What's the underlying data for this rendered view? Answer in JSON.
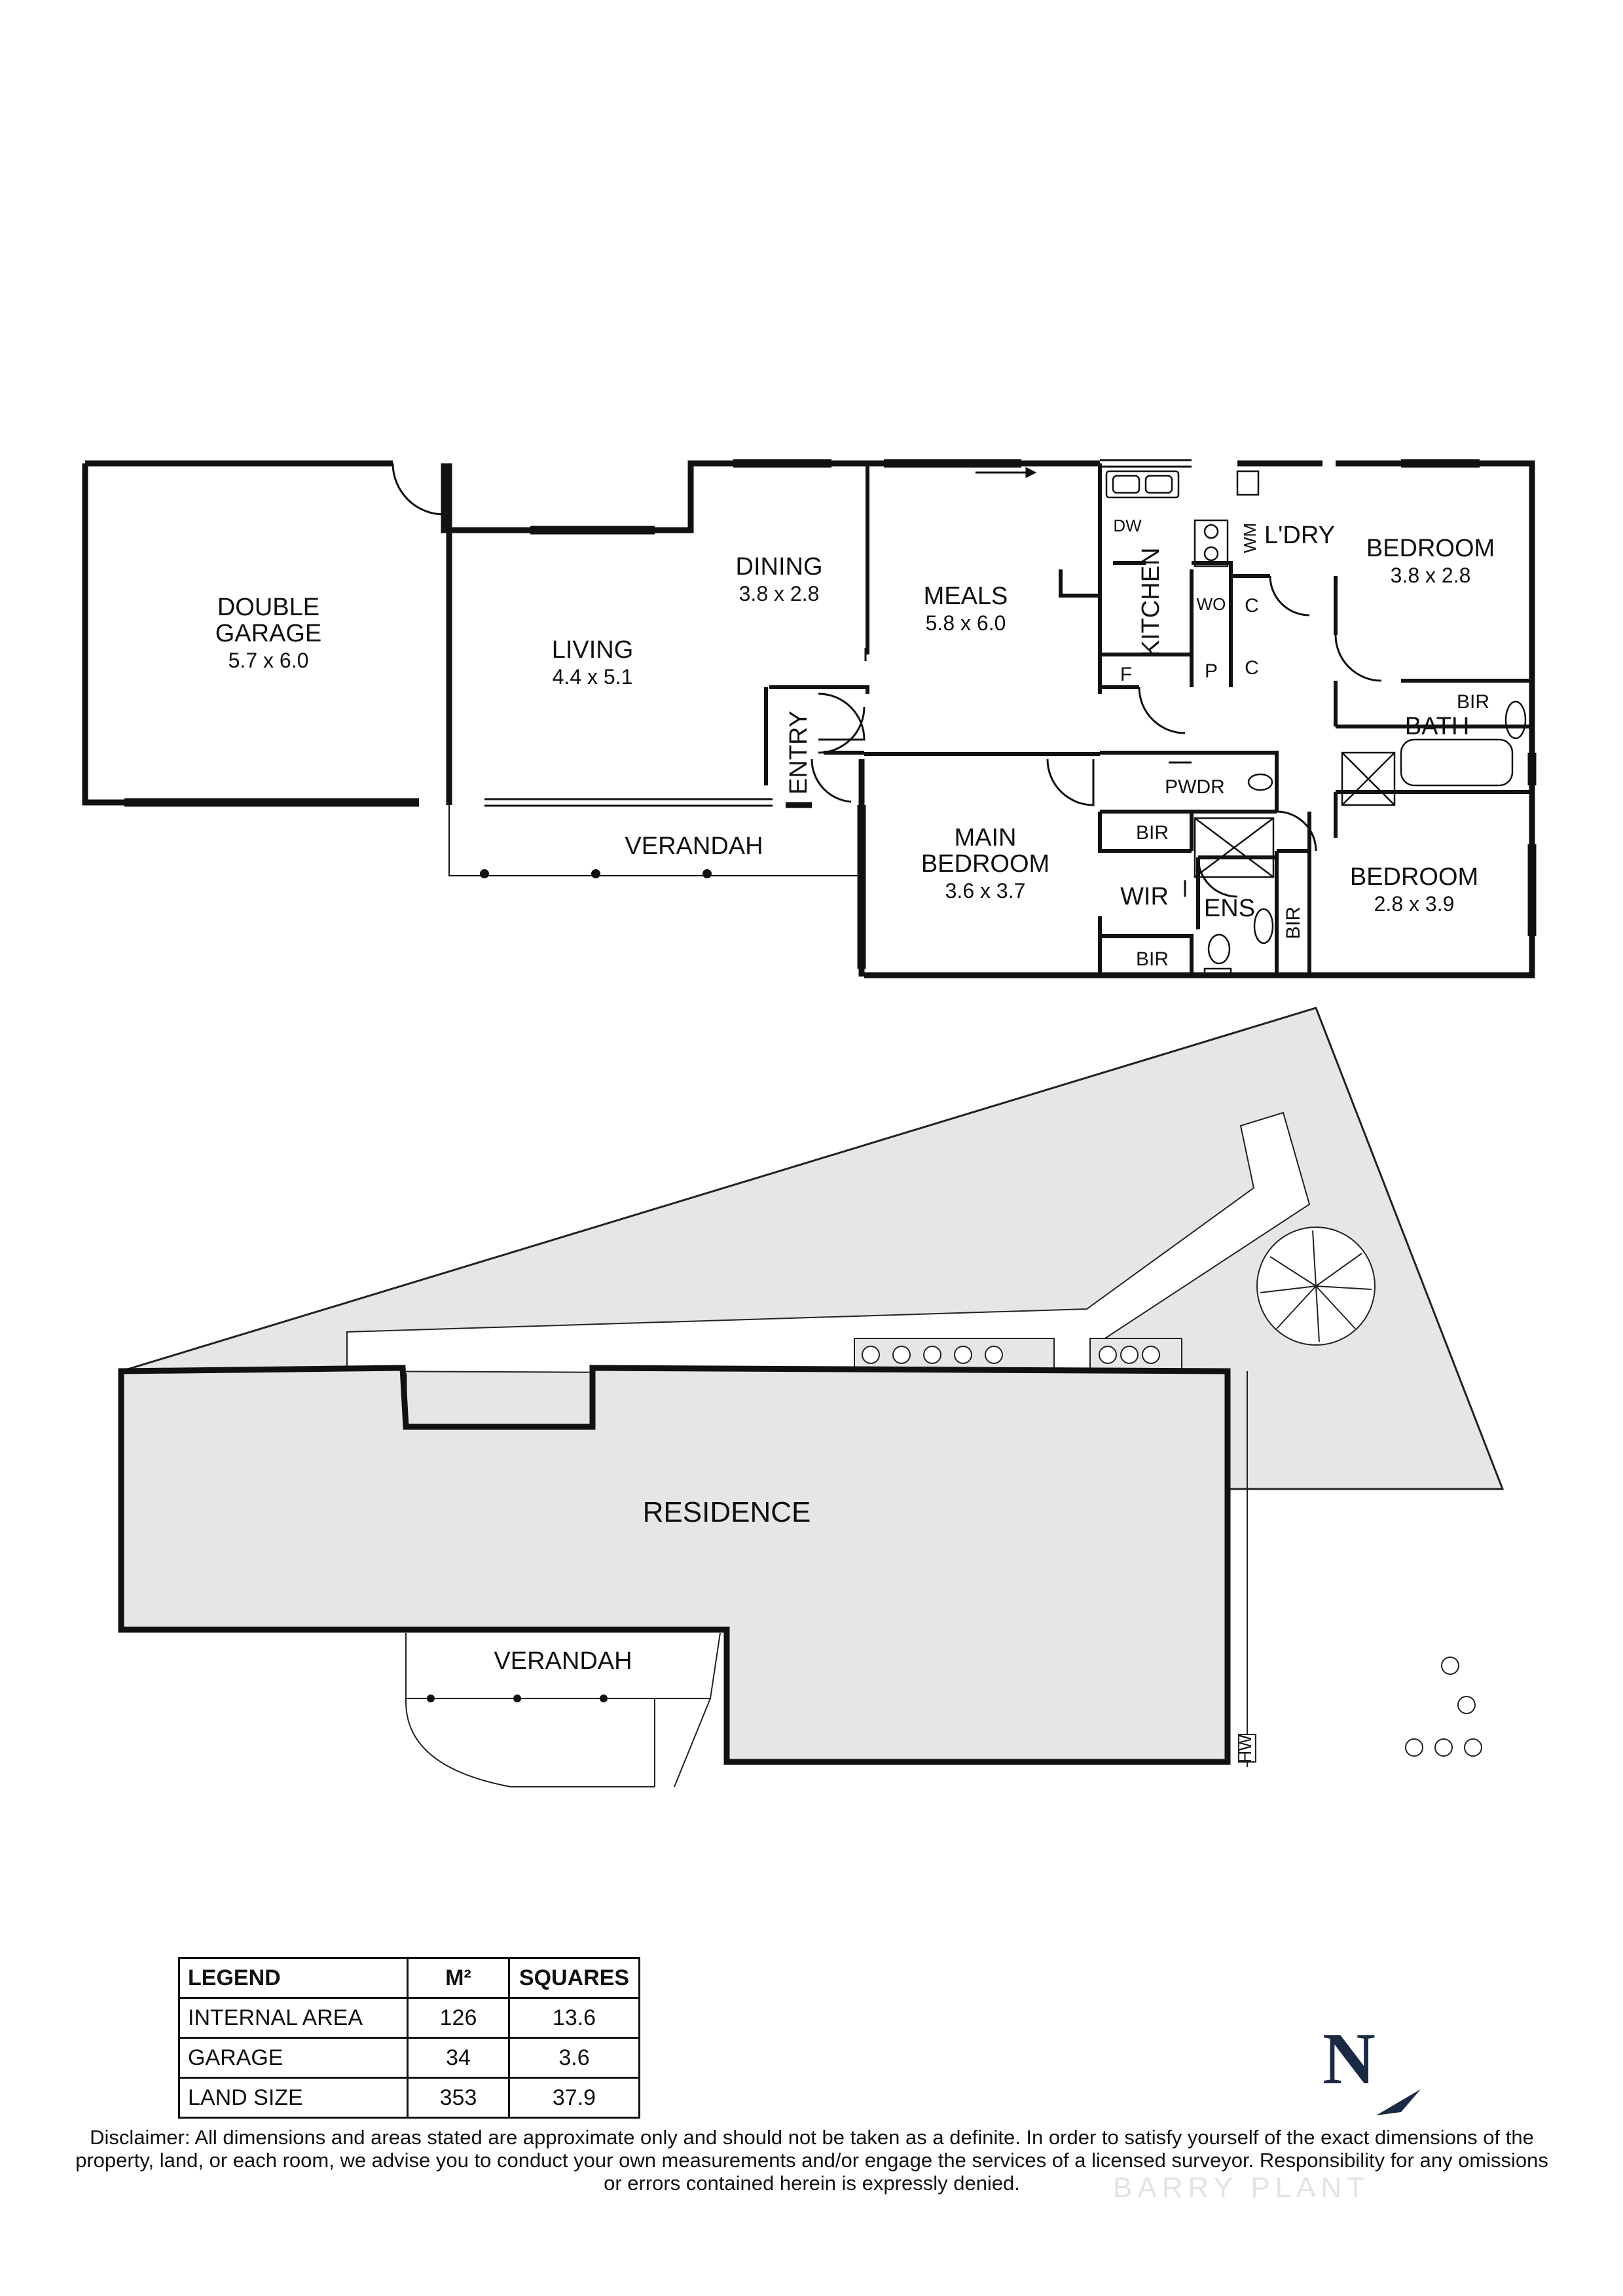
{
  "floor_plan": {
    "rooms": [
      {
        "id": "garage",
        "name_lines": [
          "DOUBLE",
          "GARAGE"
        ],
        "dims": "5.7 x 6.0"
      },
      {
        "id": "living",
        "name_lines": [
          "LIVING"
        ],
        "dims": "4.4 x 5.1"
      },
      {
        "id": "dining",
        "name_lines": [
          "DINING"
        ],
        "dims": "3.8 x 2.8"
      },
      {
        "id": "meals",
        "name_lines": [
          "MEALS"
        ],
        "dims": "5.8 x 6.0"
      },
      {
        "id": "bedroom-ne",
        "name_lines": [
          "BEDROOM"
        ],
        "dims": "3.8 x 2.8"
      },
      {
        "id": "main-bedroom",
        "name_lines": [
          "MAIN",
          "BEDROOM"
        ],
        "dims": "3.6 x 3.7"
      },
      {
        "id": "bedroom-se",
        "name_lines": [
          "BEDROOM"
        ],
        "dims": "2.8 x 3.9"
      }
    ],
    "labels": {
      "kitchen": "KITCHEN",
      "laundry": "L'DRY",
      "bath": "BATH",
      "powder": "PWDR",
      "ensuite": "ENS",
      "wir": "WIR",
      "entry": "ENTRY",
      "verandah": "VERANDAH",
      "bir": "BIR",
      "dw": "DW",
      "wm": "WM",
      "wo": "WO",
      "c": "C",
      "p": "P",
      "f": "F"
    }
  },
  "site_plan": {
    "residence": "RESIDENCE",
    "verandah": "VERANDAH",
    "hw": "HW"
  },
  "legend": {
    "headers": [
      "LEGEND",
      "M²",
      "SQUARES"
    ],
    "rows": [
      {
        "label": "INTERNAL AREA",
        "m2": "126",
        "squares": "13.6"
      },
      {
        "label": "GARAGE",
        "m2": "34",
        "squares": "3.6"
      },
      {
        "label": "LAND SIZE",
        "m2": "353",
        "squares": "37.9"
      }
    ]
  },
  "north_label": "N",
  "disclaimer": "Disclaimer: All dimensions and areas stated are approximate only and should not be taken as a definite. In order to satisfy yourself of the exact dimensions of the property, land, or each room, we advise you to conduct your own measurements and/or engage the services of a licensed surveyor. Responsibility for any omissions or errors contained herein is expressly denied.",
  "watermark": "BARRY PLANT",
  "colors": {
    "wall": "#111111",
    "site_fill": "#e8e8e8",
    "north": "#1b2a44"
  }
}
